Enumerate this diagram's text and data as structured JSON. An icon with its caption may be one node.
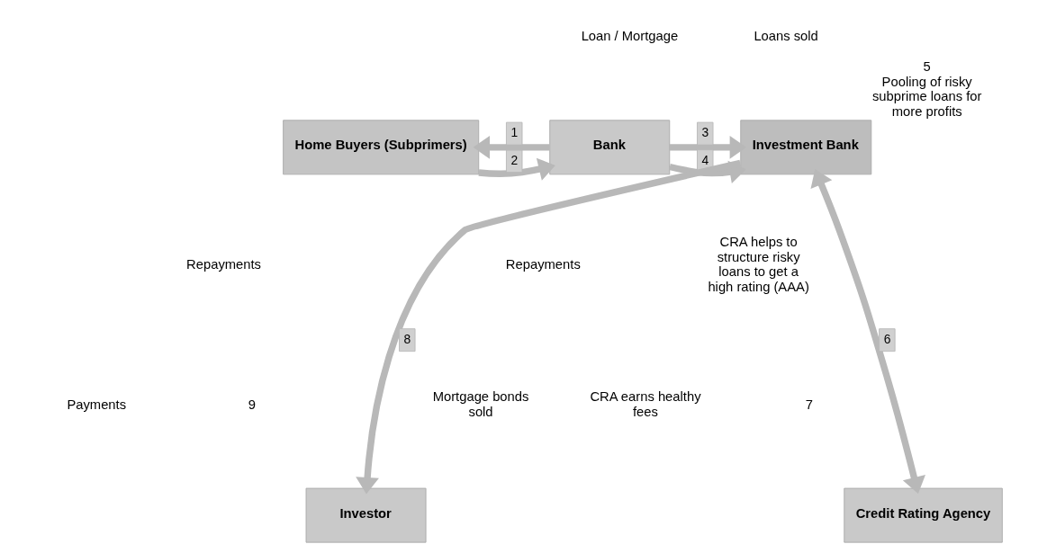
{
  "diagram": {
    "nodes": [
      {
        "text": [
          "Home Buyers (Subprimers)"
        ]
      },
      {
        "text": [
          "Bank"
        ]
      },
      {
        "text": [
          "Investment Bank"
        ],
        "beside": [
          "5",
          "Pooling of risky subprime loans for more profits"
        ]
      },
      {
        "text": [
          "Investor"
        ]
      },
      {
        "text": [
          "Credit Rating Agency"
        ]
      }
    ],
    "edges": [
      {
        "from": 1,
        "to": 0,
        "arrow": "to",
        "label": "1"
      },
      {
        "from": 0,
        "to": 1,
        "arrow": "to",
        "label": "2"
      },
      {
        "from": 1,
        "to": 2,
        "arrow": "to",
        "label": "3"
      },
      {
        "from": 1,
        "to": 2,
        "arrow": "to",
        "label": "4"
      },
      {
        "from": 2,
        "to": 3,
        "arrow": "to",
        "label": "8"
      },
      {
        "from": 2,
        "to": 4,
        "arrow": "both",
        "label": "6"
      }
    ],
    "labels": [
      "Loan / Mortgage",
      "Loans sold",
      "Repayments",
      "Repayments",
      "CRA helps to structure risky loans to get a high rating (AAA)",
      "CRA earns healthy fees",
      "7",
      "Payments",
      "9",
      "Mortgage bonds sold"
    ]
  }
}
